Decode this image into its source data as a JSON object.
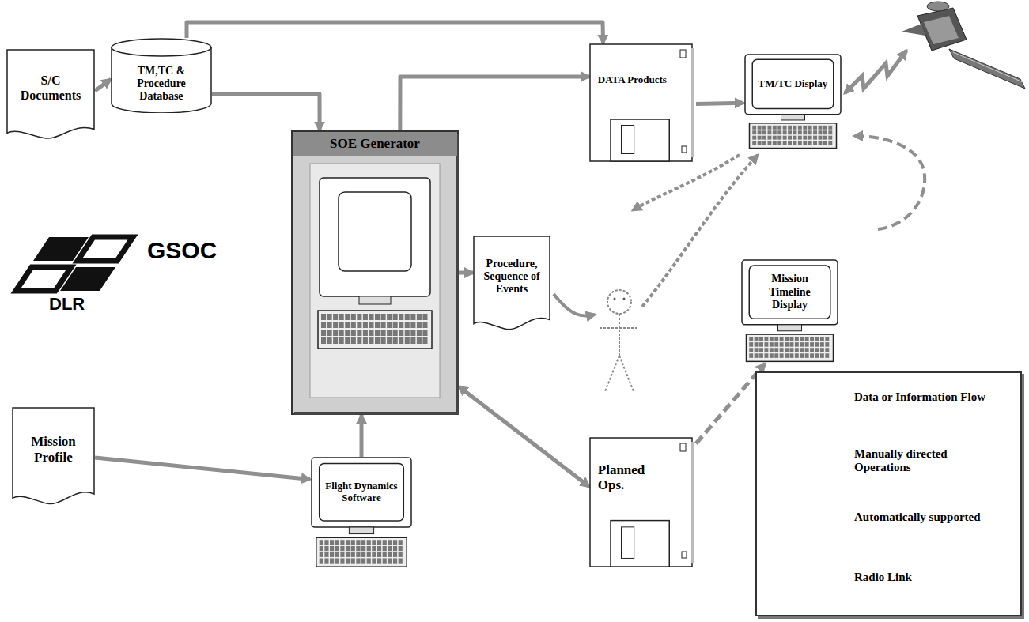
{
  "diagram": {
    "nodes": [
      {
        "text": [
          "S/C Documents"
        ]
      },
      {
        "text": [
          "TM,TC & Procedure Database"
        ]
      },
      {
        "text": [
          "DATA Products"
        ]
      },
      {
        "text": [
          "TM/TC Display"
        ]
      },
      {
        "text": [
          "SOE Generator"
        ]
      },
      {
        "text": [
          "Procedure, Sequence of Events"
        ]
      },
      {
        "text": [
          "Mission Timeline Display"
        ]
      },
      {
        "text": [
          "Mission Profile"
        ]
      },
      {
        "text": [
          "Flight Dynamics Software"
        ]
      },
      {
        "text": [
          "Planned Ops."
        ]
      }
    ],
    "edges": [
      {
        "from": 0,
        "to": 1,
        "arrow": "to"
      },
      {
        "from": 1,
        "to": 2,
        "arrow": "to"
      },
      {
        "from": 1,
        "to": 4,
        "arrow": "to"
      },
      {
        "from": 4,
        "to": 2,
        "arrow": "to"
      },
      {
        "from": 2,
        "to": 3,
        "arrow": "to"
      },
      {
        "from": 4,
        "to": 5,
        "arrow": "to"
      },
      {
        "from": 7,
        "to": 8,
        "arrow": "to"
      },
      {
        "from": 8,
        "to": 4,
        "arrow": "to"
      },
      {
        "from": 4,
        "to": 9,
        "arrow": "both"
      },
      {
        "from": 9,
        "to": 6,
        "arrow": "to"
      }
    ],
    "labels": [
      "GSOC",
      "DLR"
    ],
    "legend": [
      {
        "text": "Data or Information Flow"
      },
      {
        "text": "Manually directed Operations"
      },
      {
        "text": "Automatically supported"
      },
      {
        "text": "Radio Link"
      }
    ]
  }
}
